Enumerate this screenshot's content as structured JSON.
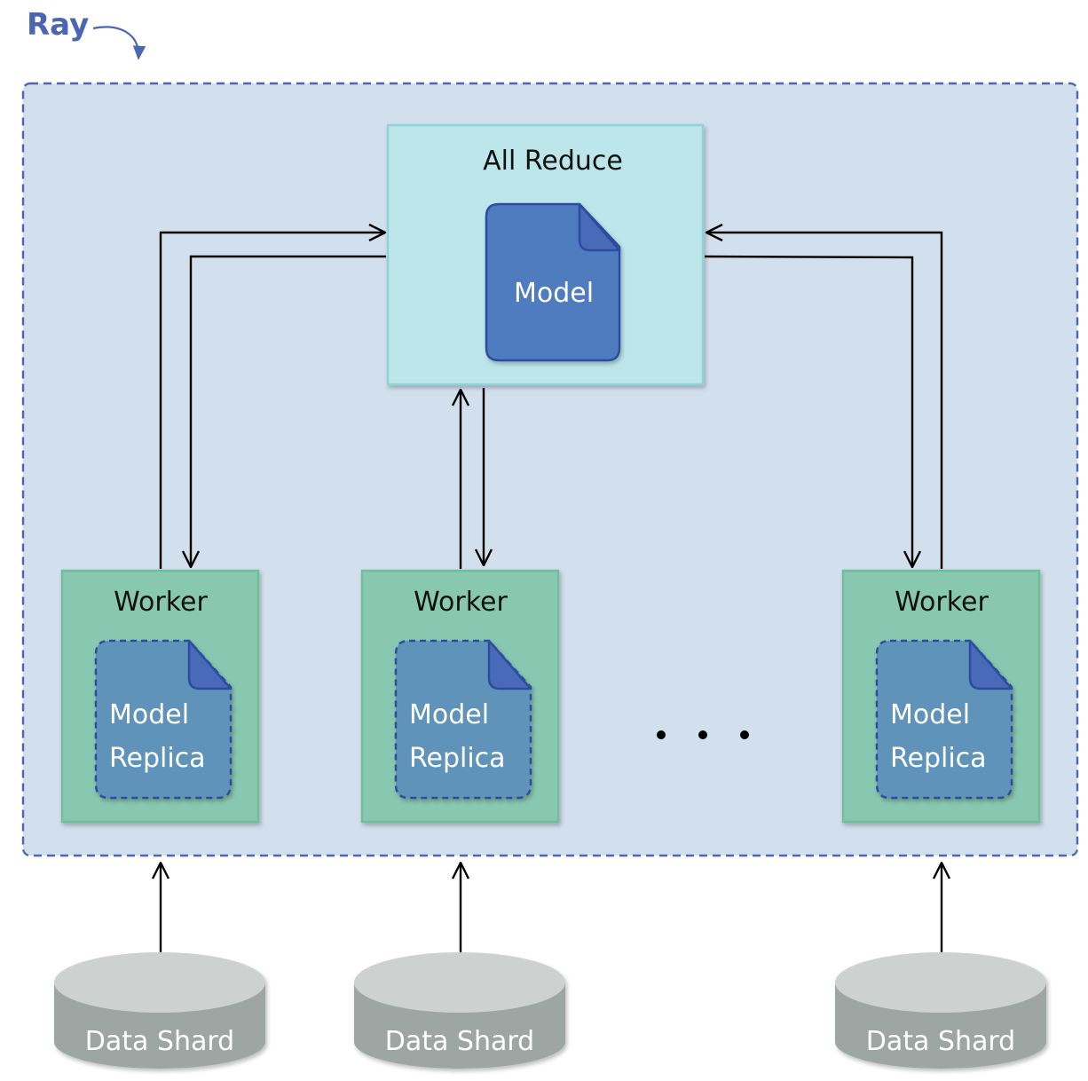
{
  "ray": {
    "label": "Ray"
  },
  "all_reduce": {
    "title": "All Reduce",
    "model_label": "Model"
  },
  "workers": [
    {
      "title": "Worker",
      "model_line1": "Model",
      "model_line2": "Replica",
      "shard_label": "Data Shard"
    },
    {
      "title": "Worker",
      "model_line1": "Model",
      "model_line2": "Replica",
      "shard_label": "Data Shard"
    },
    {
      "title": "Worker",
      "model_line1": "Model",
      "model_line2": "Replica",
      "shard_label": "Data Shard"
    }
  ],
  "colors": {
    "ray_blue": "#4a66b3",
    "container_fill": "#d2dfec",
    "container_border": "#4b66b3",
    "all_reduce_fill": "#bde6eb",
    "all_reduce_border": "#8fd3d9",
    "worker_fill": "#88c7b0",
    "worker_border": "#6fbf9a",
    "model_fill": "#4f7cbf",
    "model_border": "#2c4ea0",
    "replica_fill": "#5f93ba",
    "shard_top": "#cdd1d0",
    "shard_body": "#9ea6a4",
    "arrow": "#000000"
  },
  "icons": [
    "document-icon",
    "database-icon",
    "ellipsis-icon",
    "curved-arrow-icon"
  ]
}
